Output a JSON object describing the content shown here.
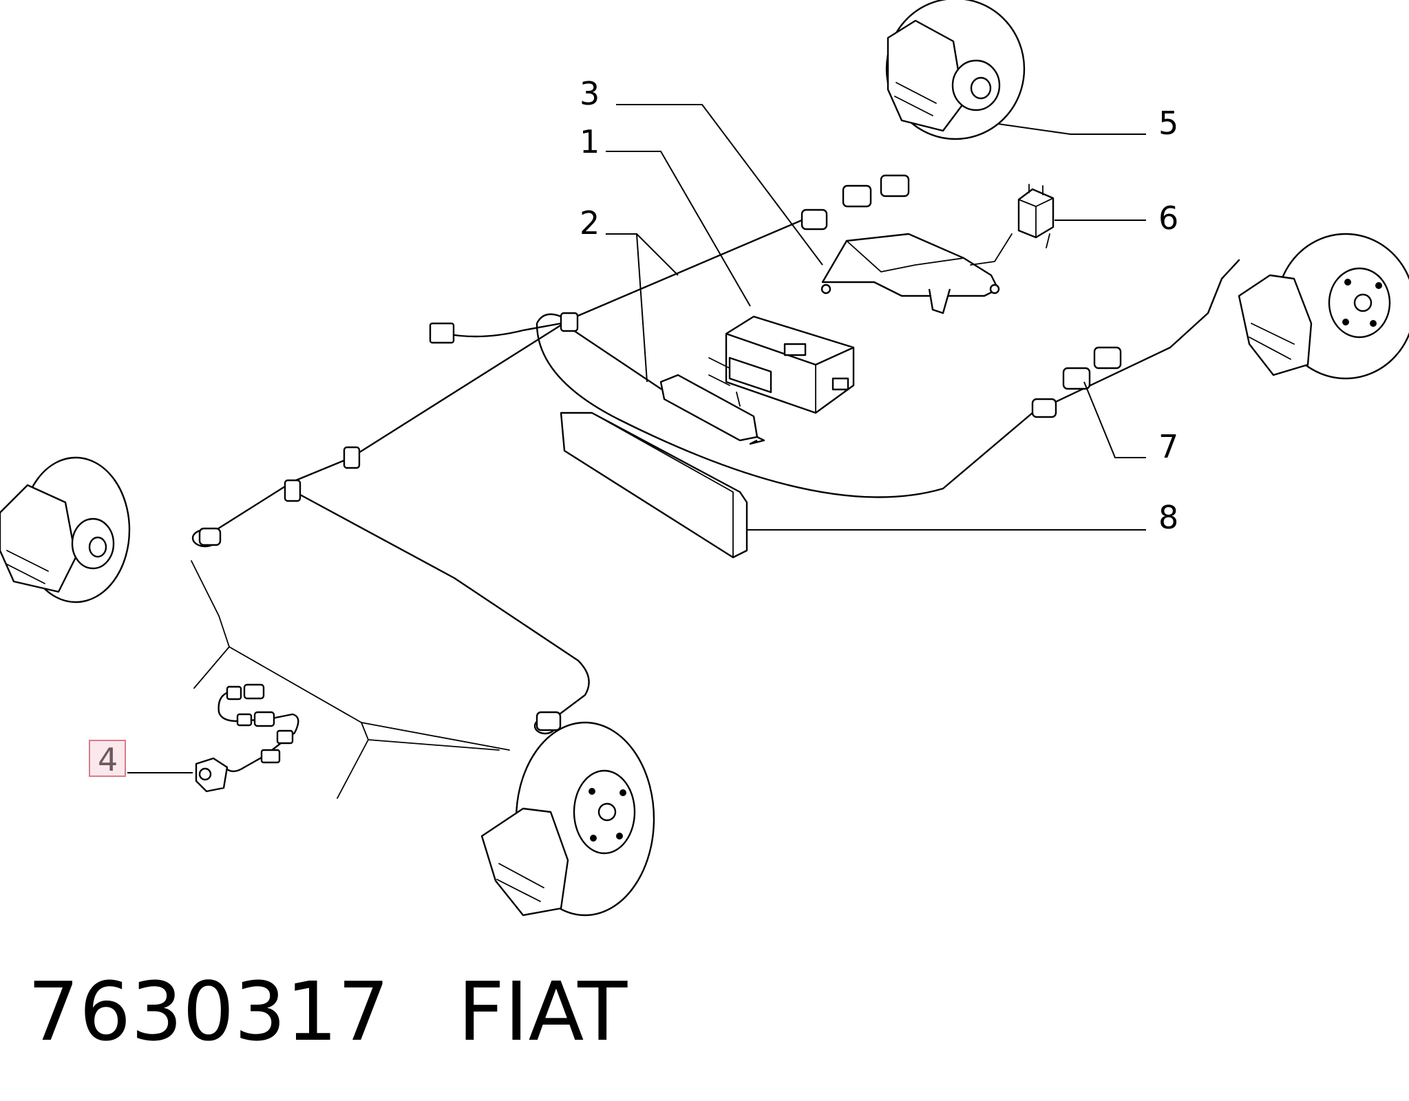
{
  "callouts": [
    "1",
    "2",
    "3",
    "4",
    "5",
    "6",
    "7",
    "8"
  ],
  "highlighted_callout": "4",
  "footer": {
    "part_number": "7630317",
    "brand": "FIAT"
  }
}
